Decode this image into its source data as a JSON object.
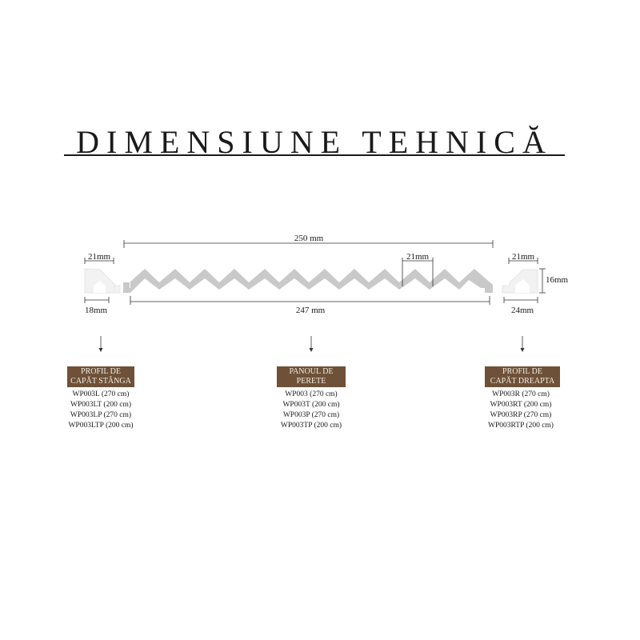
{
  "title": "DIMENSIUNE TEHNICĂ",
  "dimensions": {
    "left_width_top": "21mm",
    "left_width_bottom": "18mm",
    "panel_total_width": "250 mm",
    "panel_module_width": "21mm",
    "panel_effective_width": "247 mm",
    "right_width_top": "21mm",
    "right_height": "16mm",
    "right_width_bottom": "24mm"
  },
  "products": {
    "left": {
      "label": [
        "PROFIL DE",
        "CAPĂT STÂNGA"
      ],
      "codes": [
        "WP003L (270 cm)",
        "WP003LT (200 cm)",
        "WP003LP (270 cm)",
        "WP003LTP (200 cm)"
      ]
    },
    "center": {
      "label": [
        "PANOUL DE",
        "PERETE"
      ],
      "codes": [
        "WP003 (270 cm)",
        "WP003T (200 cm)",
        "WP003P (270 cm)",
        "WP003TP (200 cm)"
      ]
    },
    "right": {
      "label": [
        "PROFIL DE",
        "CAPĂT DREAPTA"
      ],
      "codes": [
        "WP003R (270 cm)",
        "WP003RT (200 cm)",
        "WP003RP (270 cm)",
        "WP003RTP (200 cm)"
      ]
    }
  },
  "colors": {
    "label_background": "#6e5138",
    "profile_left_right": "#f2f2f2",
    "panel": "#c9c9c9"
  }
}
